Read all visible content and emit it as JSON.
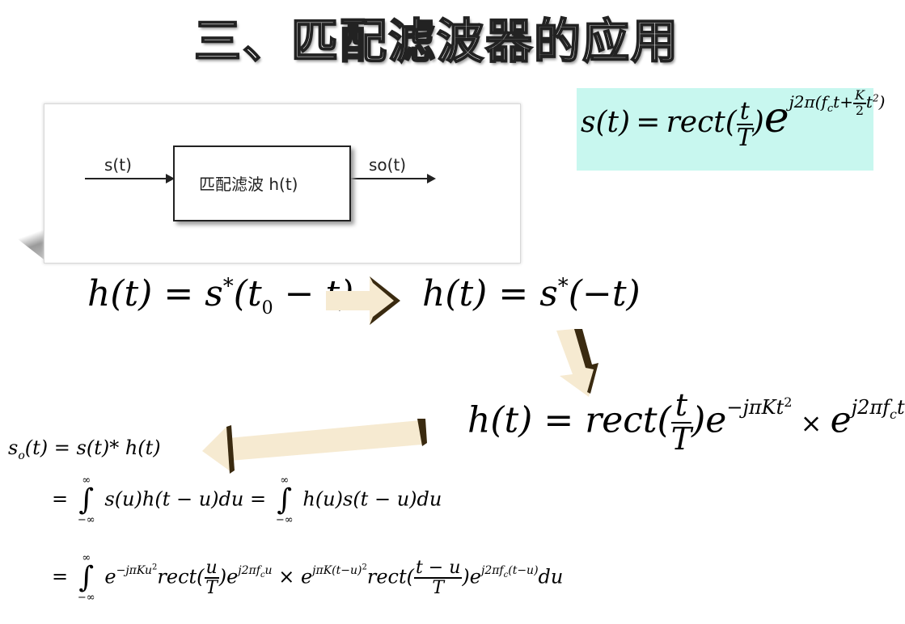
{
  "title": "三、匹配滤波器的应用",
  "diagram": {
    "input_label": "s(t)",
    "block_label": "匹配滤波 h(t)",
    "output_label": "so(t)"
  },
  "formulas": {
    "signal": "s(t) = rect(t/T) e^{j2π(f_c t + (K/2) t²)}",
    "matched_general": "h(t) = s*(t0 − t)",
    "matched_zero": "h(t) = s*(−t)",
    "matched_expanded": "h(t) = rect(t/T) e^{−jπKt²} × e^{j2πf_c t}",
    "output_line1": "s_o(t) = s(t) * h(t)",
    "output_line2": "= ∫_{−∞}^{∞} s(u)h(t−u)du = ∫_{−∞}^{∞} h(u)s(t−u)du",
    "output_line3": "= ∫_{−∞}^{∞} e^{−jπKu²} rect(u/T) e^{j2πf_c u} × e^{jπK(t−u)²} rect((t−u)/T) e^{j2πf_c(t−u)} du"
  },
  "colors": {
    "signal_box_bg": "#c8f7ef",
    "arrow_fill": "#f6ead1",
    "arrow_shadow": "#3a2a10"
  }
}
